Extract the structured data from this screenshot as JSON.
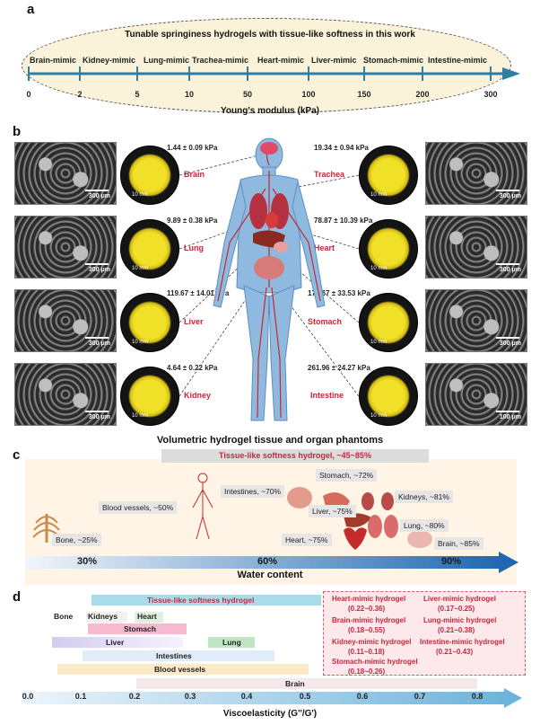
{
  "panel_a": {
    "label": "a",
    "title": "Tunable springiness hydrogels with tissue-like softness in this work",
    "organs": [
      "Brain-mimic",
      "Kidney-mimic",
      "Lung-mimic",
      "Trachea-mimic",
      "Heart-mimic",
      "Liver-mimic",
      "Stomach-mimic",
      "Intestine-mimic"
    ],
    "ticks": [
      "0",
      "2",
      "5",
      "10",
      "50",
      "100",
      "150",
      "200",
      "300"
    ],
    "axis_title": "Young's modulus (kPa)"
  },
  "panel_b": {
    "label": "b",
    "scale_sem": "300 μm",
    "scale_sem_alt": "100 μm",
    "scale_mm": "10 mm",
    "left": [
      {
        "organ": "Brain",
        "modulus": "1.44 ± 0.09 kPa"
      },
      {
        "organ": "Lung",
        "modulus": "9.89 ± 0.38 kPa"
      },
      {
        "organ": "Liver",
        "modulus": "119.67 ± 14.01 kPa"
      },
      {
        "organ": "Kidney",
        "modulus": "4.64 ± 0.22 kPa"
      }
    ],
    "right": [
      {
        "organ": "Trachea",
        "modulus": "19.34 ± 0.94 kPa"
      },
      {
        "organ": "Heart",
        "modulus": "78.87 ± 10.39 kPa"
      },
      {
        "organ": "Stomach",
        "modulus": "177.67 ± 33.53 kPa"
      },
      {
        "organ": "Intestine",
        "modulus": "261.96 ± 24.27 kPa"
      }
    ],
    "caption": "Volumetric hydrogel tissue and organ phantoms"
  },
  "panel_c": {
    "label": "c",
    "banner": "Tissue-like softness hydrogel, ~45~85%",
    "tags": {
      "bone": "Bone, ~25%",
      "blood": "Blood vessels, ~50%",
      "intestines": "Intestines, ~70%",
      "stomach": "Stomach, ~72%",
      "kidneys": "Kidneys, ~81%",
      "liver": "Liver, ~75%",
      "lung": "Lung, ~80%",
      "heart": "Heart, ~75%",
      "brain": "Brain, ~85%"
    },
    "ticks": [
      "30%",
      "60%",
      "90%"
    ],
    "axis_title": "Water content"
  },
  "panel_d": {
    "label": "d",
    "bars": {
      "hydrogel": "Tissue-like softness hydrogel",
      "bone": "Bone",
      "kidneys": "Kidneys",
      "heart": "Heart",
      "stomach": "Stomach",
      "liver": "Liver",
      "lung": "Lung",
      "intestines": "Intestines",
      "blood": "Blood vessels",
      "brain": "Brain"
    },
    "box_left": [
      {
        "name": "Heart-mimic hydrogel",
        "range": "(0.22~0.36)"
      },
      {
        "name": "Brain-mimic hydrogel",
        "range": "(0.18~0.55)"
      },
      {
        "name": "Kidney-mimic hydrogel",
        "range": "(0.11~0.18)"
      },
      {
        "name": "Stomach-mimic hydrogel",
        "range": "(0.18~0.26)"
      }
    ],
    "box_right": [
      {
        "name": "Liver-mimic hydrogel",
        "range": "(0.17~0.25)"
      },
      {
        "name": "Lung-mimic hydrogel",
        "range": "(0.21~0.38)"
      },
      {
        "name": "Intestine-mimic hydrogel",
        "range": "(0.21~0.43)"
      }
    ],
    "ticks": [
      "0.0",
      "0.1",
      "0.2",
      "0.3",
      "0.4",
      "0.5",
      "0.6",
      "0.7",
      "0.8"
    ],
    "axis_title": "Viscoelasticity (G''/G')"
  }
}
